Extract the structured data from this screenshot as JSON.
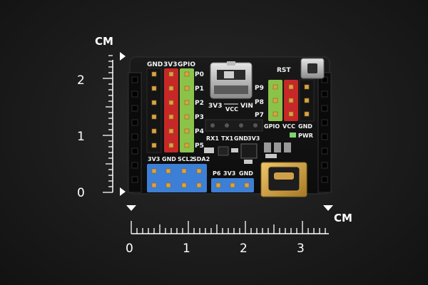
{
  "image": {
    "description_tags": [
      "development-board",
      "ruler-scale"
    ],
    "background_color": "#1e1e1e",
    "board_color": "#111111"
  },
  "ruler": {
    "unit": "CM",
    "horizontal_numbers": [
      "0",
      "1",
      "2",
      "3"
    ],
    "vertical_numbers": [
      "2",
      "1",
      "0"
    ]
  },
  "board": {
    "header_top_labels": [
      "GND",
      "3V3",
      "GPIO"
    ],
    "pin_labels_left": [
      "P0",
      "P1",
      "P2",
      "P3",
      "P4",
      "P5"
    ],
    "pin_labels_right": [
      "P9",
      "P8",
      "P7"
    ],
    "switch_labels": {
      "left": "3V3",
      "center": "VCC",
      "right": "VIN"
    },
    "reset_label": "RST",
    "uart_labels": [
      "RX1",
      "TX1",
      "GND",
      "3V3"
    ],
    "right_header_labels": [
      "GPIO",
      "VCC",
      "GND"
    ],
    "pwr_label": "PWR",
    "i2c_labels": [
      "3V3",
      "GND",
      "SCL2",
      "SDA2"
    ],
    "p6_labels": [
      "P6",
      "3V3",
      "GND"
    ]
  },
  "colors": {
    "header_red": "#c62828",
    "header_green": "#8bc34a",
    "header_blue": "#3d7fd6",
    "pin_gold": "#d9a441",
    "usb_gold": "#cfa04a"
  }
}
